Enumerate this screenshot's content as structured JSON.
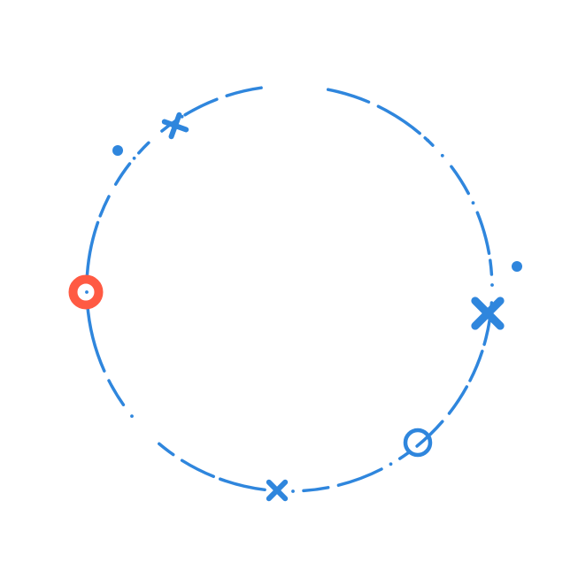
{
  "colors": {
    "primary": "#2F86DD",
    "accent": "#FF5A43",
    "background": "#FFFFFF"
  },
  "orbit": {
    "style": "dash-dot",
    "markers": [
      {
        "name": "small-cross-icon",
        "kind": "cross",
        "color": "primary"
      },
      {
        "name": "large-cross-icon",
        "kind": "cross",
        "color": "primary"
      },
      {
        "name": "bottom-cross-icon",
        "kind": "cross",
        "color": "primary"
      },
      {
        "name": "ring-icon",
        "kind": "ring",
        "color": "primary"
      },
      {
        "name": "red-ring-icon",
        "kind": "ring",
        "color": "accent"
      },
      {
        "name": "dot-icon-left",
        "kind": "dot",
        "color": "primary"
      },
      {
        "name": "dot-icon-right",
        "kind": "dot",
        "color": "primary"
      }
    ]
  }
}
